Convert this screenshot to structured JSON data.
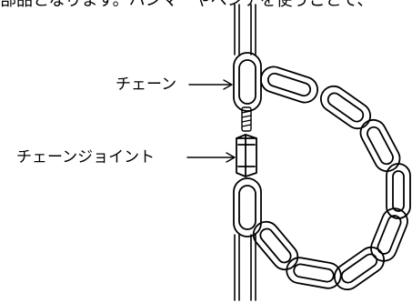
{
  "caption": {
    "text": "部品となります。ハンマーやペンチを使うことで、"
  },
  "labels": {
    "chain": "チェーン",
    "chain_joint": "チェーンジョイント"
  }
}
